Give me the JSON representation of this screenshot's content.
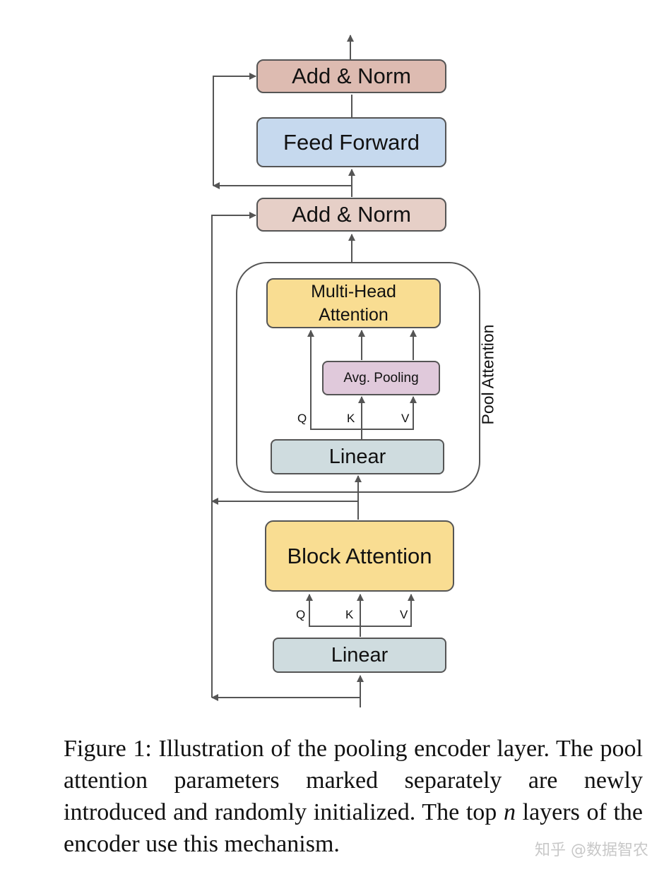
{
  "diagram": {
    "add_norm_top": "Add & Norm",
    "feed_forward": "Feed Forward",
    "add_norm_mid": "Add & Norm",
    "mha_line1": "Multi-Head",
    "mha_line2": "Attention",
    "avg_pooling": "Avg. Pooling",
    "pool_attention_label": "Pool Attention",
    "linear_pool": "Linear",
    "block_attention": "Block Attention",
    "linear_block": "Linear",
    "q_pool": "Q",
    "k_pool": "K",
    "v_pool": "V",
    "q_block": "Q",
    "k_block": "K",
    "v_block": "V"
  },
  "caption": {
    "part1": "Figure 1: Illustration of the pooling encoder layer. The pool attention parameters marked separately are newly introduced and randomly initialized. The top ",
    "math_n": "n",
    "part2": " layers of the encoder use this mechanism."
  },
  "watermark": "知乎 @数据智农",
  "colors": {
    "add_norm": "#e6cfc7",
    "feed_forward": "#c6d9ee",
    "attention": "#f9dd92",
    "avg_pooling": "#e0c9db",
    "linear": "#cfdcdf",
    "stroke": "#555555"
  }
}
